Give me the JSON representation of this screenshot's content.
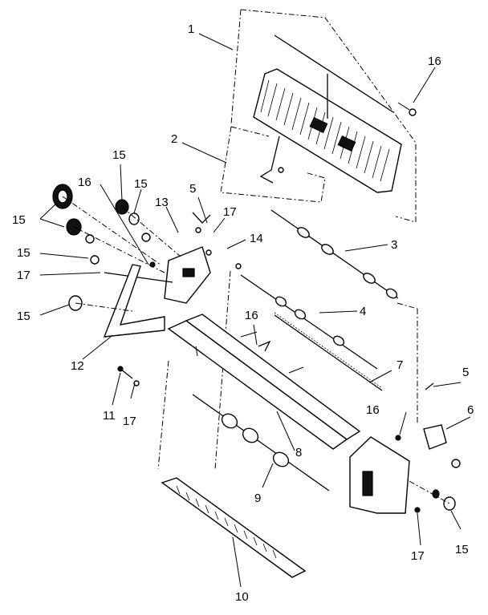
{
  "callouts": [
    {
      "id": "c1",
      "text": "1"
    },
    {
      "id": "c2",
      "text": "2"
    },
    {
      "id": "c3",
      "text": "3"
    },
    {
      "id": "c4",
      "text": "4"
    },
    {
      "id": "c5a",
      "text": "5"
    },
    {
      "id": "c5b",
      "text": "5"
    },
    {
      "id": "c6",
      "text": "6"
    },
    {
      "id": "c7",
      "text": "7"
    },
    {
      "id": "c8",
      "text": "8"
    },
    {
      "id": "c9",
      "text": "9"
    },
    {
      "id": "c10",
      "text": "10"
    },
    {
      "id": "c11",
      "text": "11"
    },
    {
      "id": "c12",
      "text": "12"
    },
    {
      "id": "c13",
      "text": "13"
    },
    {
      "id": "c14",
      "text": "14"
    },
    {
      "id": "c15a",
      "text": "15"
    },
    {
      "id": "c15b",
      "text": "15"
    },
    {
      "id": "c15c",
      "text": "15"
    },
    {
      "id": "c15d",
      "text": "15"
    },
    {
      "id": "c15e",
      "text": "15"
    },
    {
      "id": "c15f",
      "text": "15"
    },
    {
      "id": "c16a",
      "text": "16"
    },
    {
      "id": "c16b",
      "text": "16"
    },
    {
      "id": "c16c",
      "text": "16"
    },
    {
      "id": "c16d",
      "text": "16"
    },
    {
      "id": "c17a",
      "text": "17"
    },
    {
      "id": "c17b",
      "text": "17"
    },
    {
      "id": "c17c",
      "text": "17"
    },
    {
      "id": "c17d",
      "text": "17"
    }
  ]
}
